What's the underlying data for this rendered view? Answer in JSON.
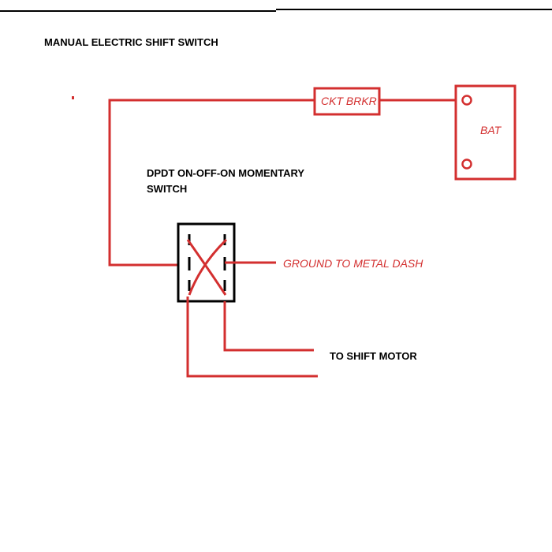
{
  "diagram": {
    "title": "MANUAL ELECTRIC SHIFT SWITCH",
    "switch_label_line1": "DPDT ON-OFF-ON MOMENTARY",
    "switch_label_line2": "SWITCH",
    "breaker_label": "CKT BRKR",
    "battery_label": "BAT",
    "ground_label": "GROUND TO METAL DASH",
    "motor_label": "TO SHIFT MOTOR"
  },
  "colors": {
    "wire": "#d32f2f",
    "ink": "#000000",
    "background": "#ffffff"
  }
}
